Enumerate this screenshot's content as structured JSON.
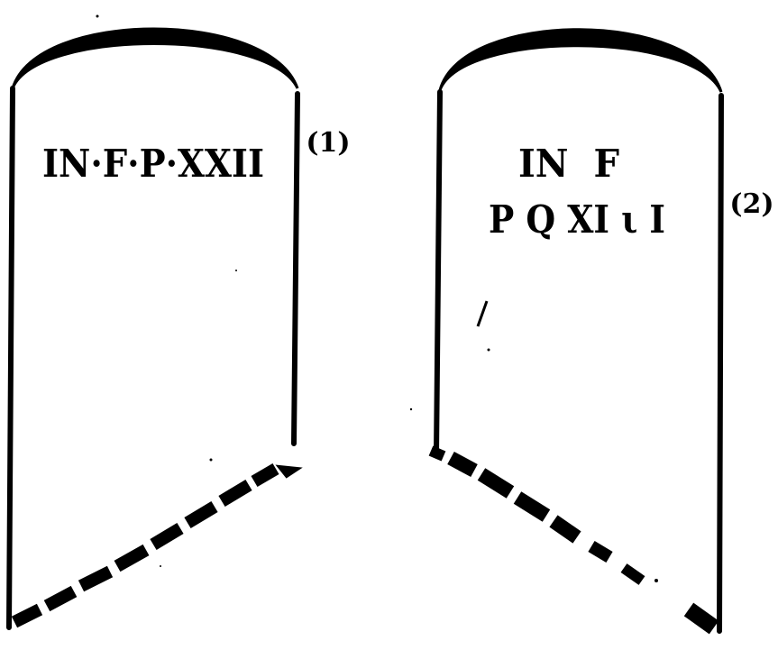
{
  "figure": {
    "stones": [
      {
        "inscription_lines": [
          "IN·F·P·XXII"
        ],
        "label": "(1)"
      },
      {
        "inscription_lines": [
          "IN  F",
          "P Q XI ι I"
        ],
        "label": "(2)"
      }
    ]
  }
}
